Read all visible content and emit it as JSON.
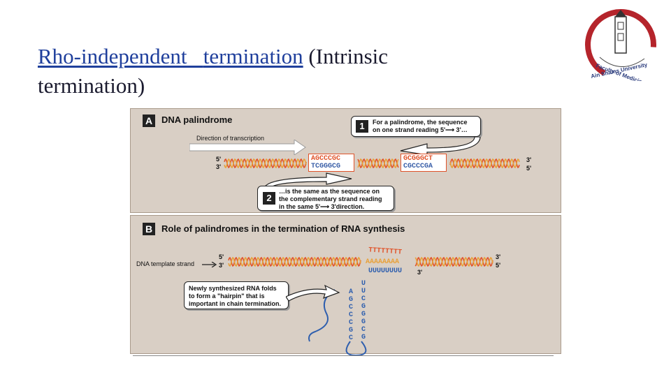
{
  "slide": {
    "title_part1": "Rho-independent",
    "title_part2": "termination",
    "title_part3": "(Intrinsic",
    "title_part4": "termination)"
  },
  "logo": {
    "text_top": "Faculty of Medicine",
    "text_bottom": "Ain Shams University"
  },
  "panelA": {
    "label": "A",
    "title": "DNA palindrome",
    "direction_label": "Direction of transcription",
    "strand_left_top": "5'",
    "strand_left_bottom": "3'",
    "strand_right_top": "3'",
    "strand_right_bottom": "5'",
    "seq1_top": "AGCCCGC",
    "seq1_bottom": "TCGGGCG",
    "seq2_top": "GCGGGCT",
    "seq2_bottom": "CGCCCGA",
    "callout1_num": "1",
    "callout1_line1": "For a palindrome, the sequence",
    "callout1_line2": "on one strand reading 5'⟶ 3'…",
    "callout2_num": "2",
    "callout2_line1": "…is the same as the sequence on",
    "callout2_line2": "the complementary strand reading",
    "callout2_line3": "in the same 5'⟶ 3'direction."
  },
  "panelB": {
    "label": "B",
    "title": "Role of palindromes in the termination of RNA synthesis",
    "template_label": "DNA template strand",
    "strand_left_top": "5'",
    "strand_left_bottom": "3'",
    "strand_right_top": "3'",
    "strand_right_bottom": "5'",
    "t_run": "TTTTTTTT",
    "a_run": "AAAAAAAA",
    "u_run": "UUUUUUUU",
    "rna_end": "3'",
    "callout_line1": "Newly synthesized RNA folds",
    "callout_line2": "to form a \"hairpin\" that is",
    "callout_line3": "important in chain termination.",
    "stem_left": [
      "A",
      "G",
      "C",
      "C",
      "C",
      "G",
      "C"
    ],
    "stem_right": [
      "U",
      "U",
      "C",
      "G",
      "G",
      "G",
      "C",
      "G"
    ]
  },
  "colors": {
    "strand_top": "#e0532a",
    "strand_bottom": "#e8a13a",
    "rna": "#2f5fae",
    "panel_bg": "#d9cfc5",
    "title_link": "#1f3f9c"
  }
}
